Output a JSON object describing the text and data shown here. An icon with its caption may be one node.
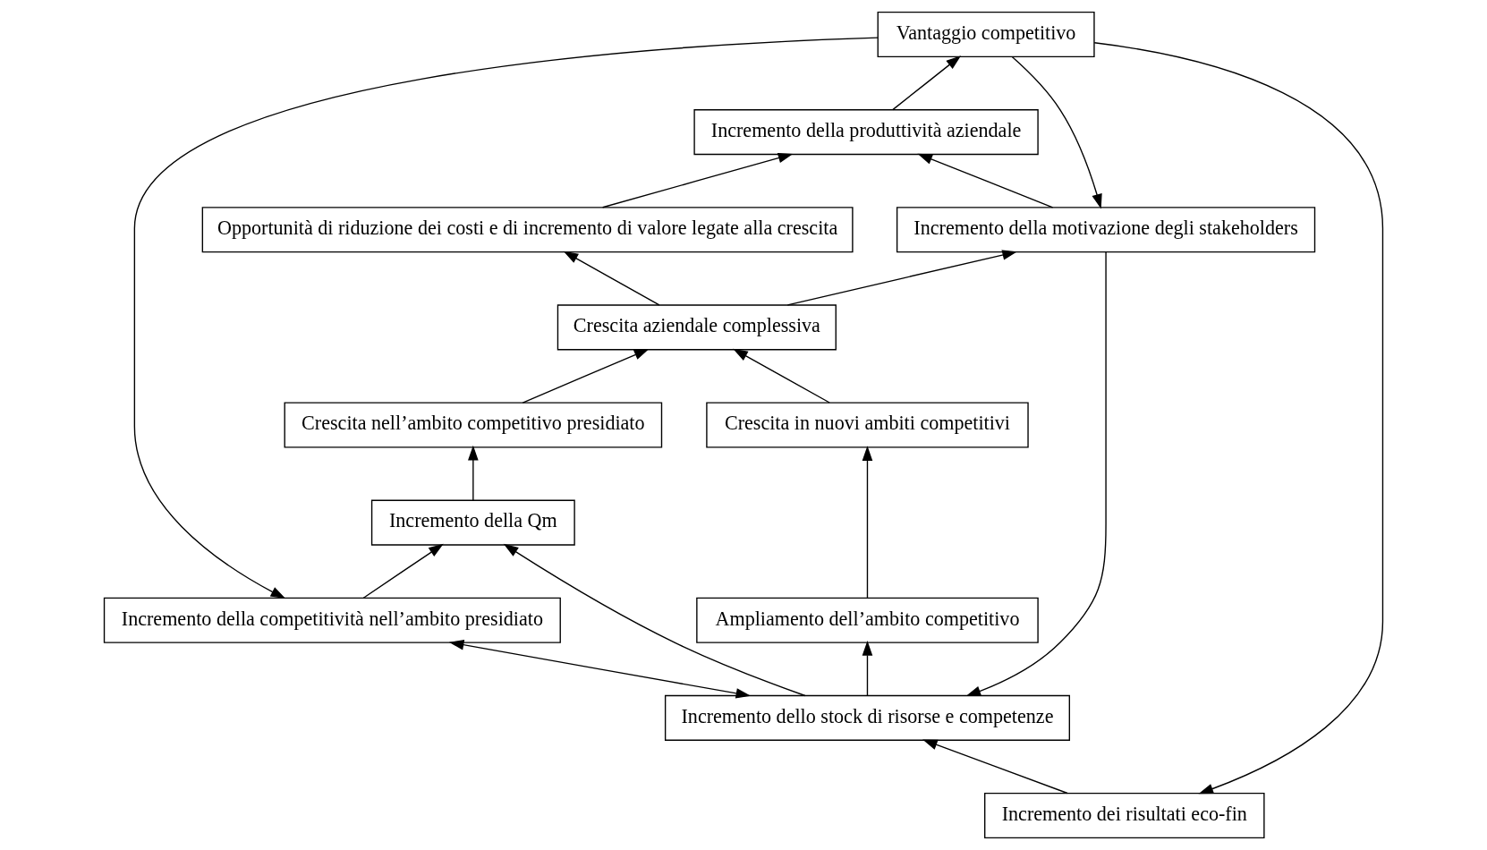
{
  "diagram": {
    "nodes": [
      {
        "text": [
          "Incremento dei risultati eco-fin"
        ]
      },
      {
        "text": [
          "Incremento dello stock di risorse e competenze"
        ]
      },
      {
        "text": [
          "Incremento della competitività nell’ambito presidiato"
        ]
      },
      {
        "text": [
          "Vantaggio competitivo"
        ]
      },
      {
        "text": [
          "Incremento della Qm"
        ]
      },
      {
        "text": [
          "Ampliamento dell’ambito competitivo"
        ]
      },
      {
        "text": [
          "Incremento della motivazione degli stakeholders"
        ]
      },
      {
        "text": [
          "Incremento della produttività aziendale"
        ]
      },
      {
        "text": [
          "Crescita nell’ambito competitivo presidiato"
        ]
      },
      {
        "text": [
          "Crescita in nuovi ambiti competitivi"
        ]
      },
      {
        "text": [
          "Opportunità di riduzione dei costi e di incremento di valore legate alla crescita"
        ]
      },
      {
        "text": [
          "Crescita aziendale complessiva"
        ]
      }
    ],
    "edges": [
      {
        "from": 3,
        "to": 0,
        "arrow": "to"
      },
      {
        "from": 3,
        "to": 2,
        "arrow": "to"
      },
      {
        "from": 0,
        "to": 1,
        "arrow": "to"
      },
      {
        "from": 1,
        "to": 2,
        "arrow": "both"
      },
      {
        "from": 6,
        "to": 1,
        "arrow": "to"
      },
      {
        "from": 2,
        "to": 4,
        "arrow": "to"
      },
      {
        "from": 1,
        "to": 4,
        "arrow": "to"
      },
      {
        "from": 1,
        "to": 5,
        "arrow": "to"
      },
      {
        "from": 3,
        "to": 6,
        "arrow": "to"
      },
      {
        "from": 6,
        "to": 7,
        "arrow": "to"
      },
      {
        "from": 4,
        "to": 8,
        "arrow": "to"
      },
      {
        "from": 5,
        "to": 9,
        "arrow": "to"
      },
      {
        "from": 8,
        "to": 11,
        "arrow": "to"
      },
      {
        "from": 9,
        "to": 11,
        "arrow": "to"
      },
      {
        "from": 11,
        "to": 6,
        "arrow": "to"
      },
      {
        "from": 11,
        "to": 10,
        "arrow": "to"
      },
      {
        "from": 10,
        "to": 7,
        "arrow": "to"
      },
      {
        "from": 7,
        "to": 3,
        "arrow": "to"
      }
    ]
  }
}
